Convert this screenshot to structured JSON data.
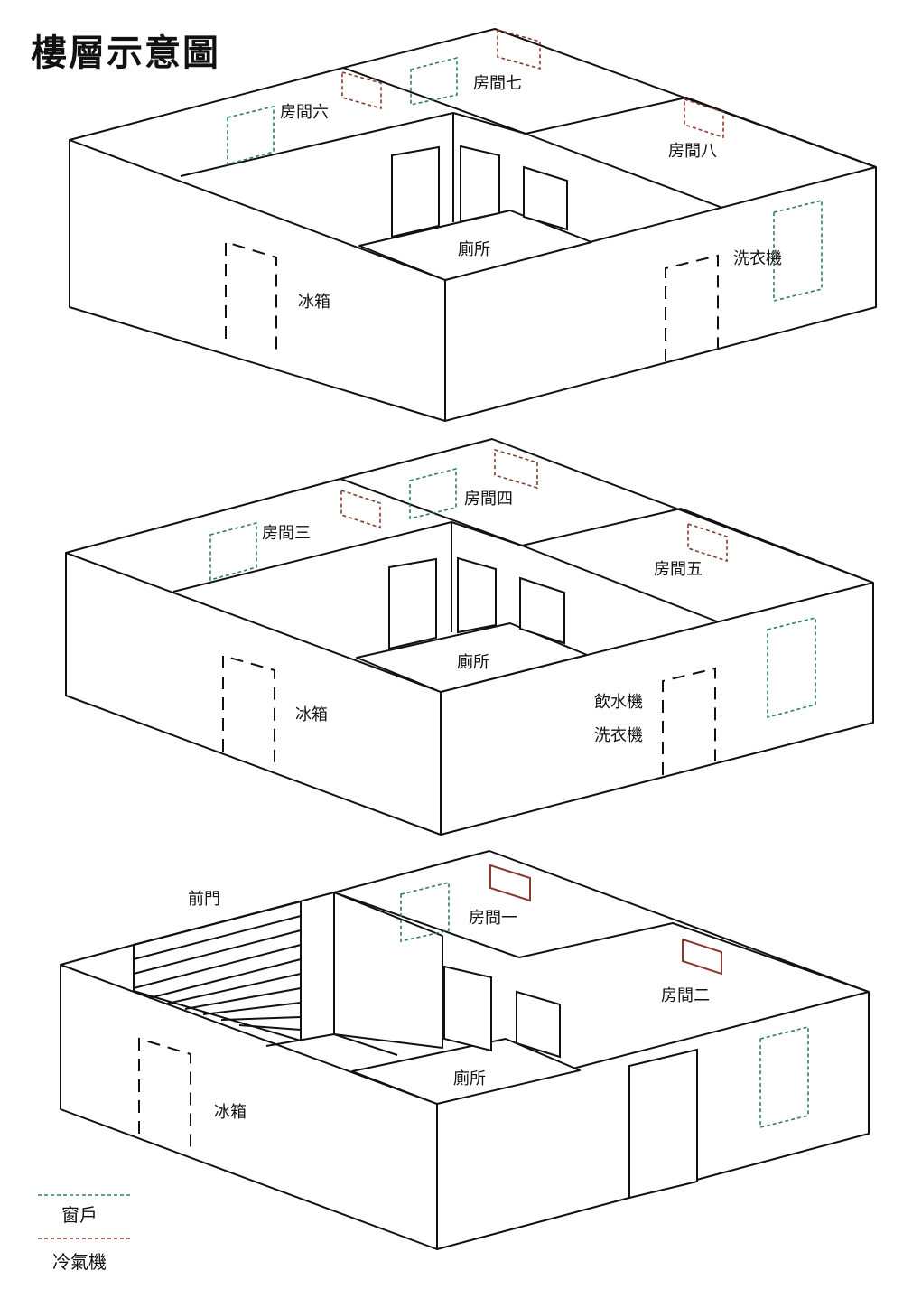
{
  "title": "樓層示意圖",
  "colors": {
    "window": "#2e7d6a",
    "aircon": "#8a3a2e",
    "line": "#111111"
  },
  "floors": [
    {
      "id": "top",
      "rooms": [
        "房間六",
        "房間七",
        "房間八"
      ],
      "toilet": "廁所",
      "fridge": "冰箱",
      "appliance": [
        "洗衣機"
      ]
    },
    {
      "id": "middle",
      "rooms": [
        "房間三",
        "房間四",
        "房間五"
      ],
      "toilet": "廁所",
      "fridge": "冰箱",
      "appliance": [
        "飲水機",
        "洗衣機"
      ]
    },
    {
      "id": "ground",
      "front_door": "前門",
      "rooms": [
        "房間一",
        "房間二"
      ],
      "toilet": "廁所",
      "fridge": "冰箱"
    }
  ],
  "legend": {
    "window": "窗戶",
    "aircon": "冷氣機"
  }
}
